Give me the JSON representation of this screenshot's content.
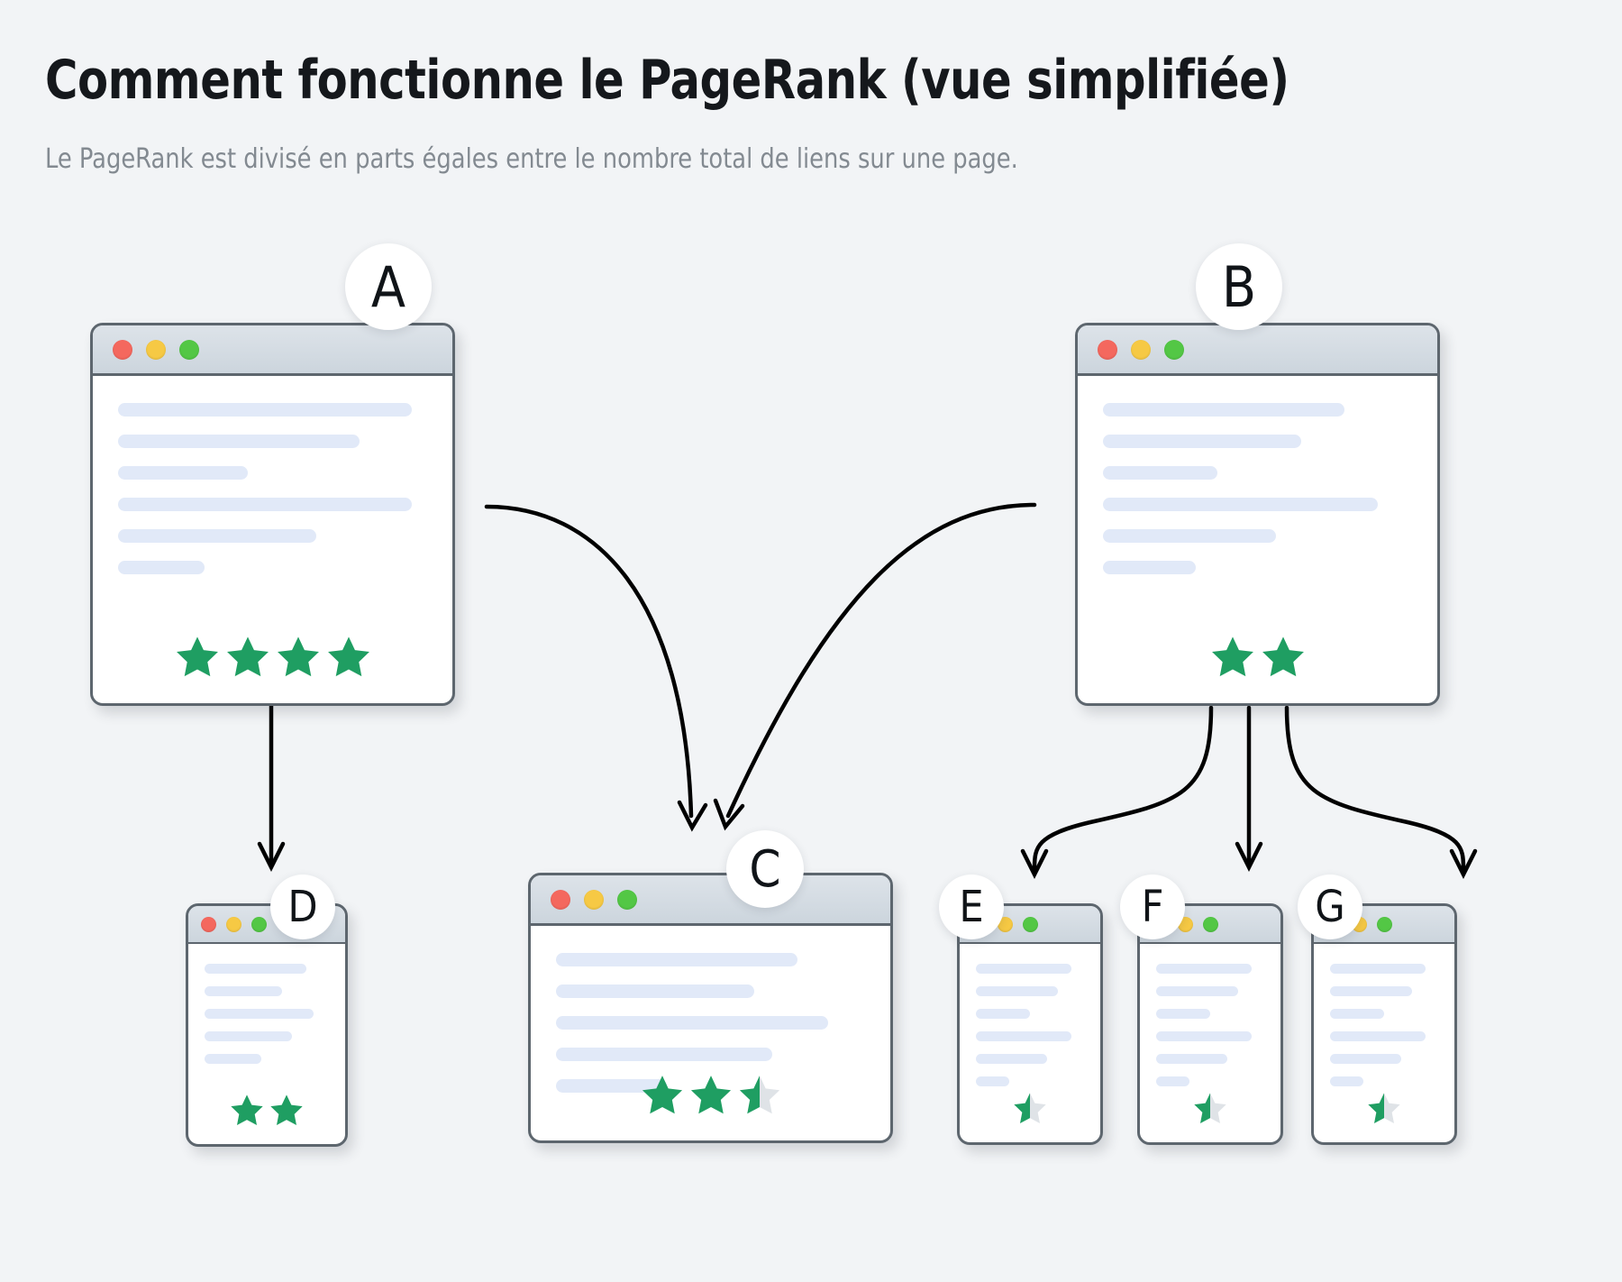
{
  "header": {
    "title": "Comment fonctionne le PageRank (vue simplifiée)",
    "subtitle": "Le PageRank est divisé en parts égales entre le nombre total de liens sur une page."
  },
  "colors": {
    "background": "#f2f4f6",
    "star_filled": "#1f9e62",
    "star_empty": "#dfe3e7",
    "window_border": "#5d666e",
    "window_bar": "#d4dce3",
    "content_line": "#e1e9f8",
    "dot_red": "#f4685e",
    "dot_yellow": "#f6c944",
    "dot_green": "#53c745",
    "arrow": "#000000",
    "title": "#15181c",
    "subtitle": "#838a91"
  },
  "nodes": [
    {
      "id": "A",
      "label": "A",
      "rating": 4,
      "lines": 6,
      "size": "large"
    },
    {
      "id": "B",
      "label": "B",
      "rating": 2,
      "lines": 6,
      "size": "large"
    },
    {
      "id": "C",
      "label": "C",
      "rating": 2.5,
      "lines": 5,
      "size": "medium"
    },
    {
      "id": "D",
      "label": "D",
      "rating": 2,
      "lines": 5,
      "size": "small"
    },
    {
      "id": "E",
      "label": "E",
      "rating": 0.5,
      "lines": 6,
      "size": "small"
    },
    {
      "id": "F",
      "label": "F",
      "rating": 0.5,
      "lines": 6,
      "size": "small"
    },
    {
      "id": "G",
      "label": "G",
      "rating": 0.5,
      "lines": 6,
      "size": "small"
    }
  ],
  "edges": [
    {
      "from": "A",
      "to": "D"
    },
    {
      "from": "A",
      "to": "C"
    },
    {
      "from": "B",
      "to": "C"
    },
    {
      "from": "B",
      "to": "E"
    },
    {
      "from": "B",
      "to": "F"
    },
    {
      "from": "B",
      "to": "G"
    }
  ]
}
